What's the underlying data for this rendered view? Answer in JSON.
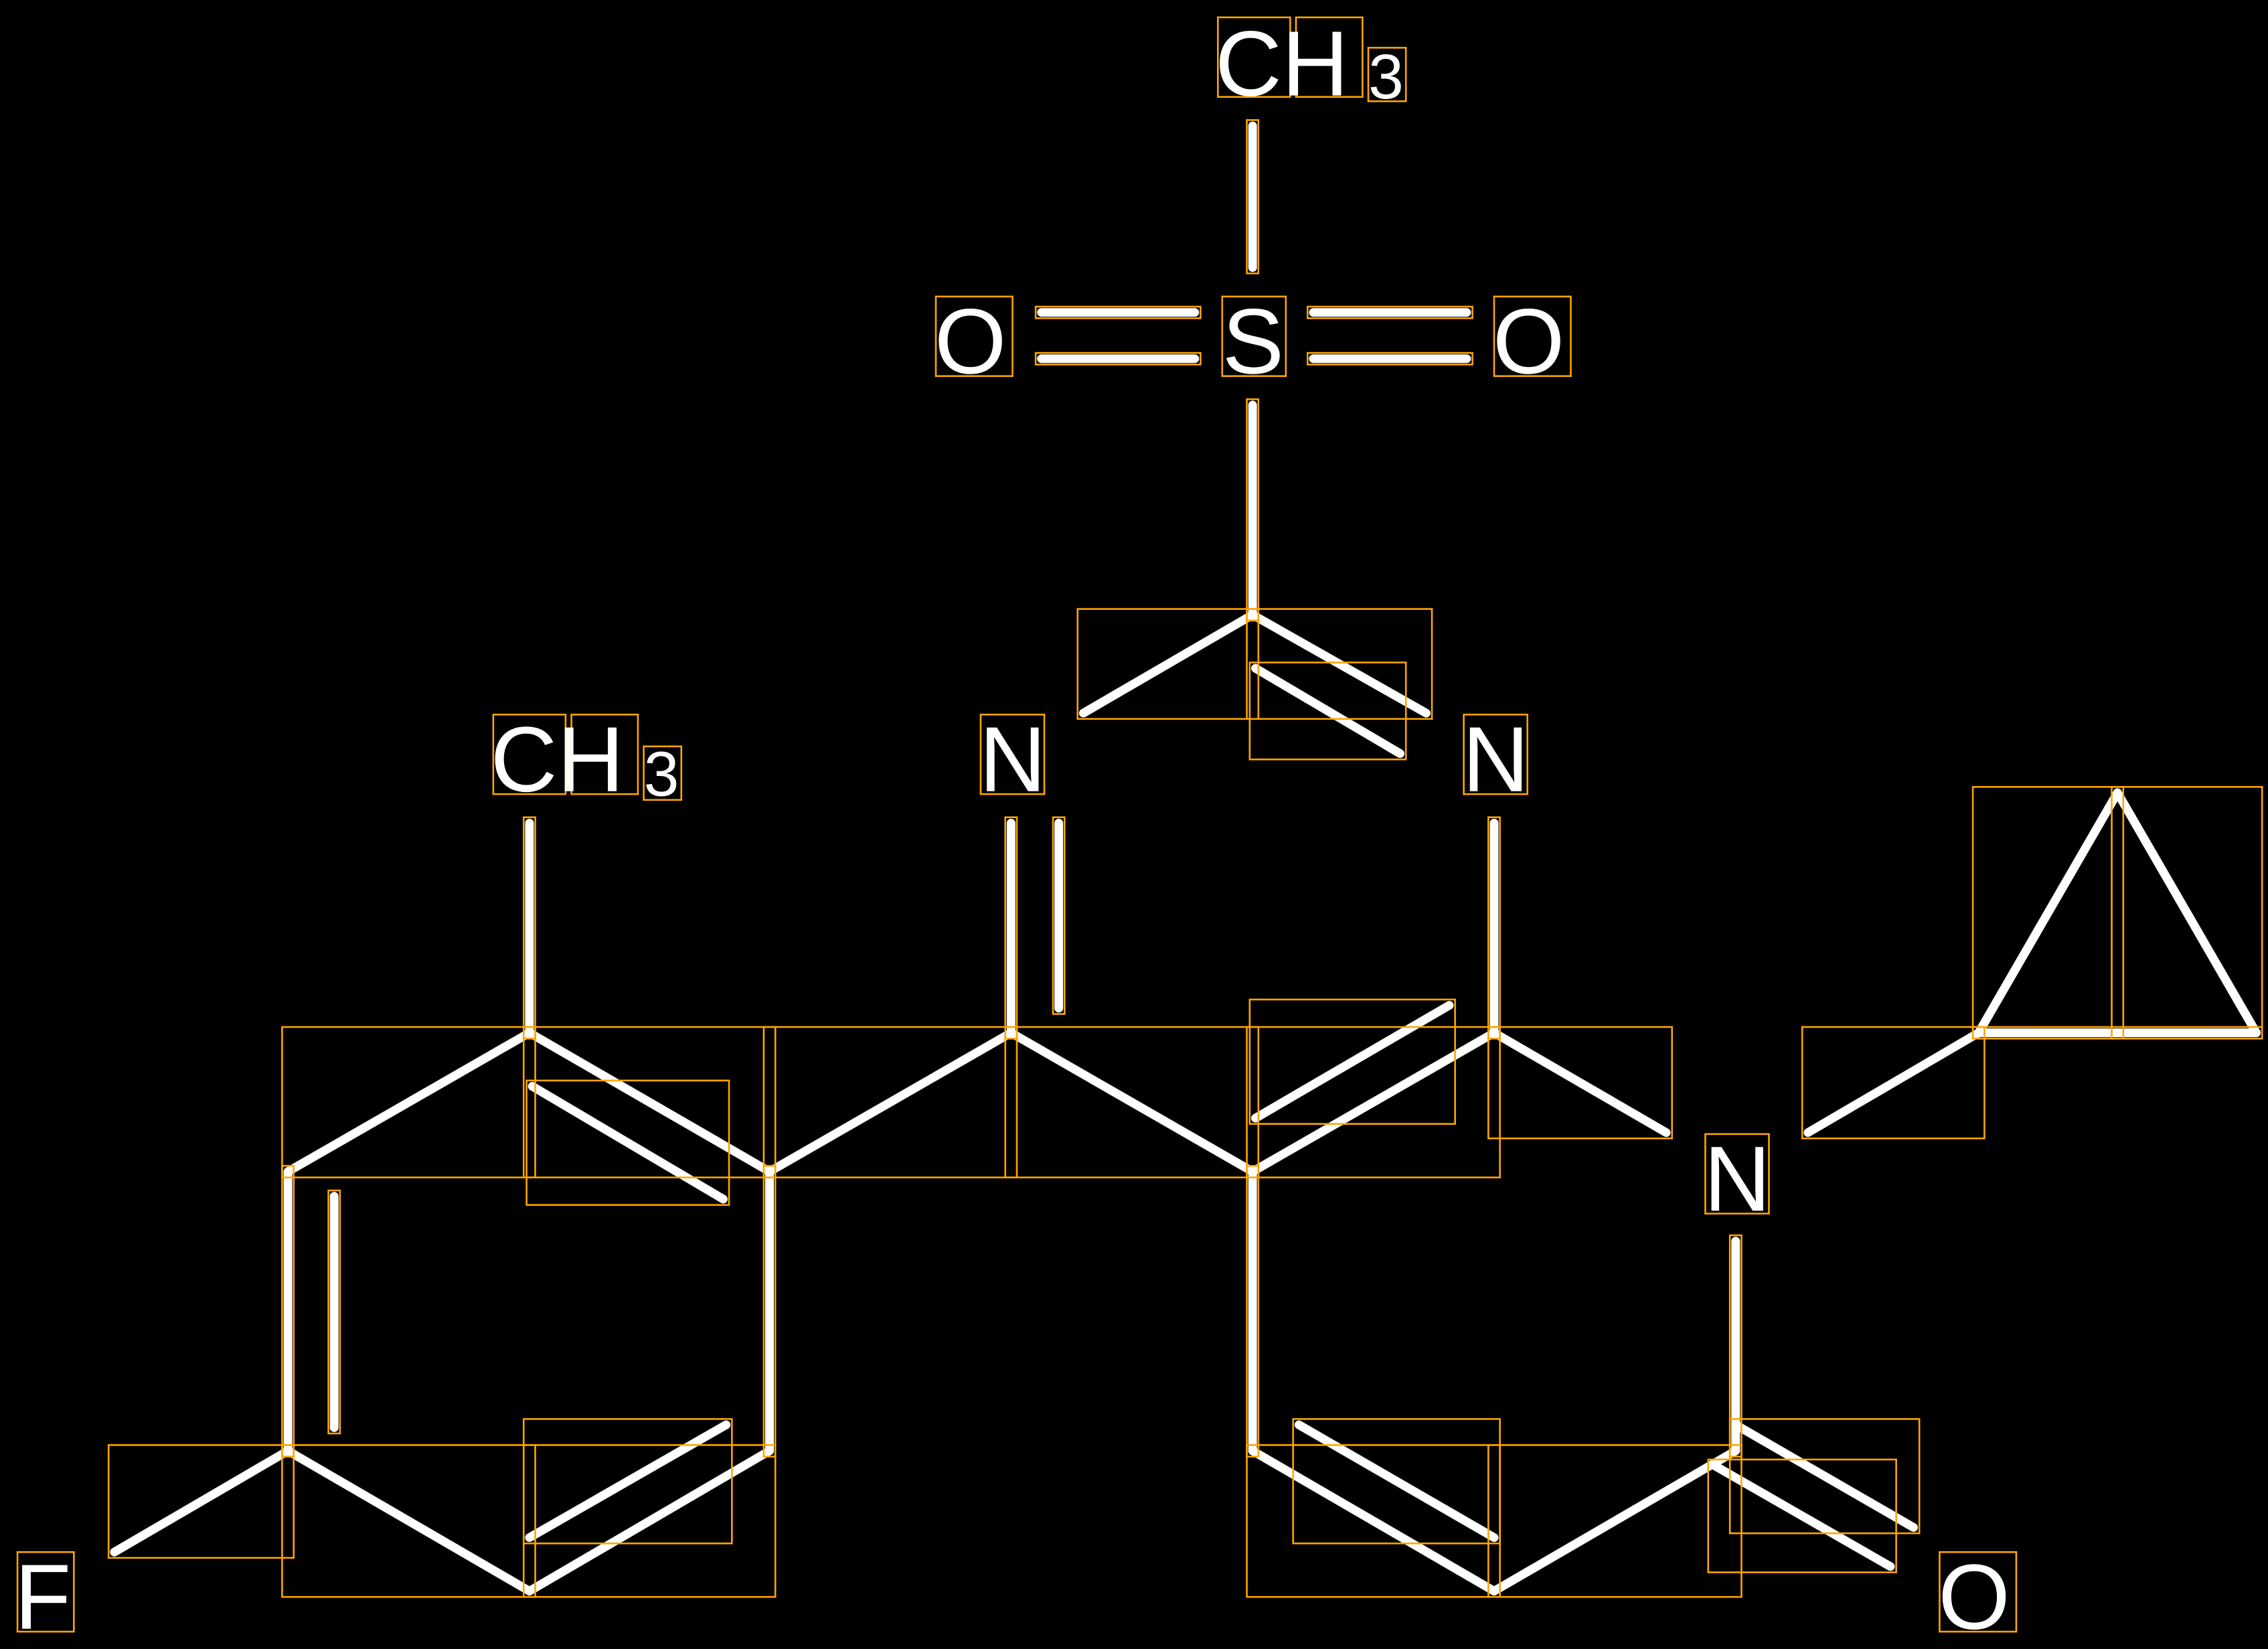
{
  "molecule": {
    "atoms": {
      "methyl_top": {
        "main": "CH",
        "sub": "3"
      },
      "oxygen_left": "O",
      "sulfur": "S",
      "oxygen_right": "O",
      "methyl_left": {
        "main": "CH",
        "sub": "3"
      },
      "nitrogen_mid": "N",
      "nitrogen_right": "N",
      "nitrogen_amide": "N",
      "oxygen_carbonyl": "O",
      "fluorine": "F"
    },
    "colors": {
      "background": "#000000",
      "bond": "#ffffff",
      "annotation_box": "#ffa500"
    }
  }
}
